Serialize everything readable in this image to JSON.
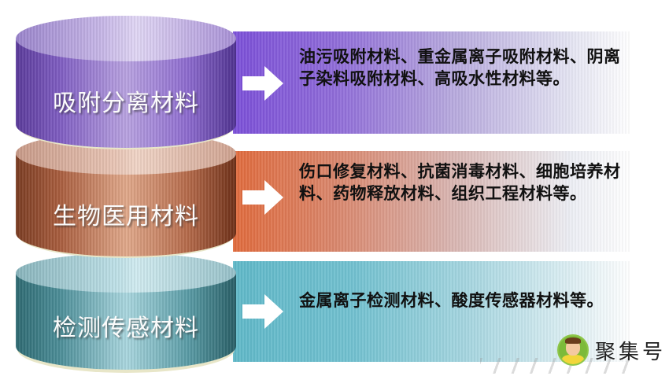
{
  "categories": [
    {
      "label": "吸附分离材料",
      "description": "油污吸附材料、重金属离子吸附材料、阴离子染料吸附材料、高吸水性材料等。",
      "color": "#7b4fd8"
    },
    {
      "label": "生物医用材料",
      "description": "伤口修复材料、抗菌消毒材料、细胞培养材料、药物释放材料、组织工程材料等。",
      "color": "#e06a3c"
    },
    {
      "label": "检测传感材料",
      "description": "金属离子检测材料、酸度传感器材料等。",
      "color": "#5fb8c8"
    }
  ],
  "watermark": {
    "text": "聚集号",
    "icon": "cartoon-avatar-icon"
  }
}
